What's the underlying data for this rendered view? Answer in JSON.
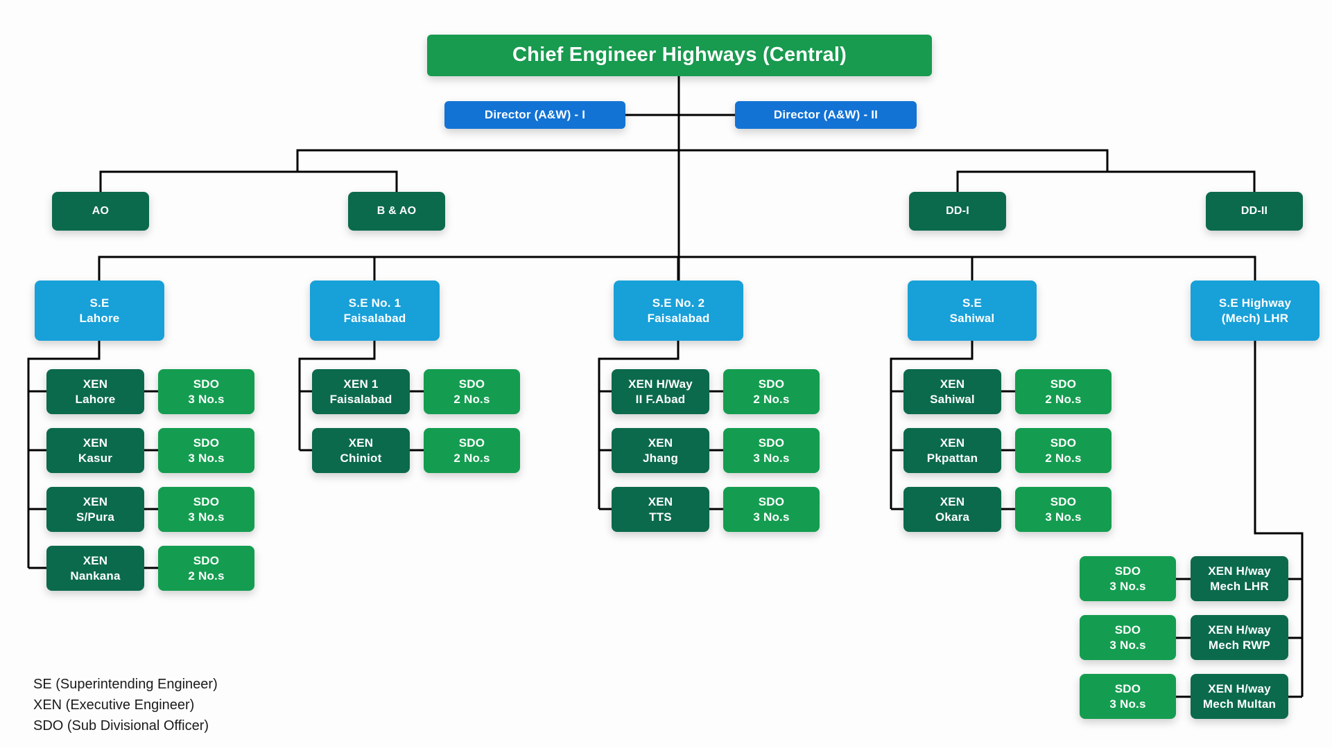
{
  "title": {
    "label": "Chief Engineer Highways (Central)"
  },
  "directors": [
    {
      "label": "Director (A&W) - I"
    },
    {
      "label": "Director (A&W) - II"
    }
  ],
  "officers": [
    {
      "label": "AO"
    },
    {
      "label": "B & AO"
    },
    {
      "label": "DD-I"
    },
    {
      "label": "DD-II"
    }
  ],
  "divisions": [
    {
      "se": {
        "line1": "S.E",
        "line2": "Lahore"
      },
      "units": [
        {
          "xen": {
            "line1": "XEN",
            "line2": "Lahore"
          },
          "sdo": {
            "line1": "SDO",
            "line2": "3 No.s"
          }
        },
        {
          "xen": {
            "line1": "XEN",
            "line2": "Kasur"
          },
          "sdo": {
            "line1": "SDO",
            "line2": "3 No.s"
          }
        },
        {
          "xen": {
            "line1": "XEN",
            "line2": "S/Pura"
          },
          "sdo": {
            "line1": "SDO",
            "line2": "3 No.s"
          }
        },
        {
          "xen": {
            "line1": "XEN",
            "line2": "Nankana"
          },
          "sdo": {
            "line1": "SDO",
            "line2": "2 No.s"
          }
        }
      ]
    },
    {
      "se": {
        "line1": "S.E No. 1",
        "line2": "Faisalabad"
      },
      "units": [
        {
          "xen": {
            "line1": "XEN 1",
            "line2": "Faisalabad"
          },
          "sdo": {
            "line1": "SDO",
            "line2": "2 No.s"
          }
        },
        {
          "xen": {
            "line1": "XEN",
            "line2": "Chiniot"
          },
          "sdo": {
            "line1": "SDO",
            "line2": "2 No.s"
          }
        }
      ]
    },
    {
      "se": {
        "line1": "S.E No. 2",
        "line2": "Faisalabad"
      },
      "units": [
        {
          "xen": {
            "line1": "XEN H/Way",
            "line2": "II F.Abad"
          },
          "sdo": {
            "line1": "SDO",
            "line2": "2 No.s"
          }
        },
        {
          "xen": {
            "line1": "XEN",
            "line2": "Jhang"
          },
          "sdo": {
            "line1": "SDO",
            "line2": "3 No.s"
          }
        },
        {
          "xen": {
            "line1": "XEN",
            "line2": "TTS"
          },
          "sdo": {
            "line1": "SDO",
            "line2": "3 No.s"
          }
        }
      ]
    },
    {
      "se": {
        "line1": "S.E",
        "line2": "Sahiwal"
      },
      "units": [
        {
          "xen": {
            "line1": "XEN",
            "line2": "Sahiwal"
          },
          "sdo": {
            "line1": "SDO",
            "line2": "2 No.s"
          }
        },
        {
          "xen": {
            "line1": "XEN",
            "line2": "Pkpattan"
          },
          "sdo": {
            "line1": "SDO",
            "line2": "2 No.s"
          }
        },
        {
          "xen": {
            "line1": "XEN",
            "line2": "Okara"
          },
          "sdo": {
            "line1": "SDO",
            "line2": "3 No.s"
          }
        }
      ]
    },
    {
      "se": {
        "line1": "S.E Highway",
        "line2": "(Mech) LHR"
      },
      "units": [
        {
          "sdo": {
            "line1": "SDO",
            "line2": "3 No.s"
          },
          "xen": {
            "line1": "XEN H/way",
            "line2": "Mech LHR"
          }
        },
        {
          "sdo": {
            "line1": "SDO",
            "line2": "3 No.s"
          },
          "xen": {
            "line1": "XEN H/way",
            "line2": "Mech RWP"
          }
        },
        {
          "sdo": {
            "line1": "SDO",
            "line2": "3 No.s"
          },
          "xen": {
            "line1": "XEN H/way",
            "line2": "Mech Multan"
          }
        }
      ]
    }
  ],
  "legend": {
    "items": [
      "SE (Superintending Engineer)",
      "XEN (Executive Engineer)",
      "SDO (Sub Divisional Officer)"
    ]
  },
  "colors": {
    "root_green": "#189a4f",
    "director_blue": "#1273d5",
    "dark_green": "#0b6a4c",
    "se_blue": "#18a0d8",
    "sdo_green": "#149d50",
    "line_black": "#000000",
    "background": "#fdfdfd",
    "legend_text": "#1a1a1a"
  }
}
